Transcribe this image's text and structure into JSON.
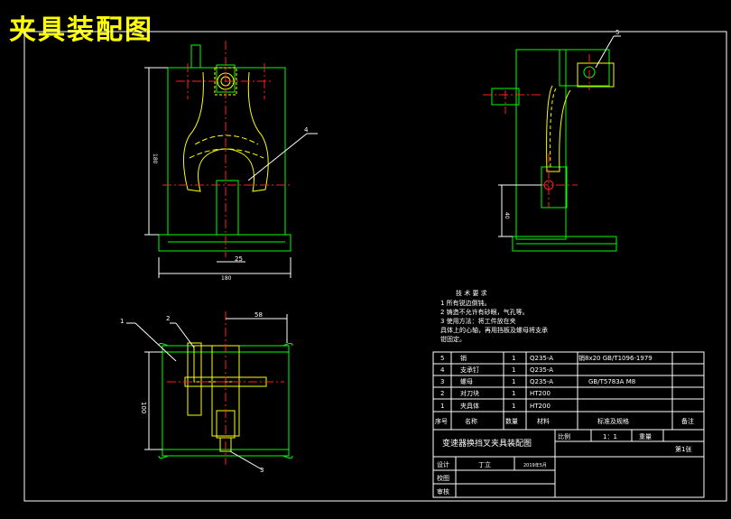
{
  "title": "夹具装配图",
  "colors": {
    "background": "#000000",
    "outline": "#00ff00",
    "hidden": "#ffff00",
    "center": "#ff2020",
    "dimension": "#ffffff",
    "frame": "#ffffff"
  },
  "labels": {
    "front_dim_width": "180",
    "front_dim_height": "180",
    "front_dim_small": "25",
    "bottom_dim_top": "58",
    "bottom_dim_left": "100",
    "side_dim": "40",
    "callouts": [
      "1",
      "2",
      "3",
      "4",
      "5"
    ]
  },
  "notes": {
    "heading": "技 术 要 求",
    "lines": [
      "1  所有锐边倒钝。",
      "2  铸造不允许有砂眼，气孔等。",
      "3  使用方法：将工件放在夹",
      "具体上的心轴，再用挡板及螺母将支承",
      "钳固定。"
    ]
  },
  "parts_table": {
    "rows": [
      [
        "5",
        "销",
        "1",
        "Q235-A",
        "销8x20 GB/T1096-1979"
      ],
      [
        "4",
        "支承钉",
        "1",
        "Q235-A",
        ""
      ],
      [
        "3",
        "螺母",
        "1",
        "Q235-A",
        "GB/T5783A M8"
      ],
      [
        "2",
        "对刀块",
        "1",
        "HT200",
        ""
      ],
      [
        "1",
        "夹具体",
        "1",
        "HT200",
        ""
      ]
    ],
    "header": [
      "序号",
      "名称",
      "数量",
      "材料",
      "标准及规格",
      "备注"
    ]
  },
  "title_block": {
    "drawing_name": "变速器换挡叉夹具装配图",
    "scale_label": "比例",
    "scale_value": "1：1",
    "weight_label": "重量",
    "sheet": "第1张",
    "design_label": "设计",
    "designer": "丁立",
    "date": "2019年5月",
    "check_label": "校图",
    "review_label": "审核"
  }
}
